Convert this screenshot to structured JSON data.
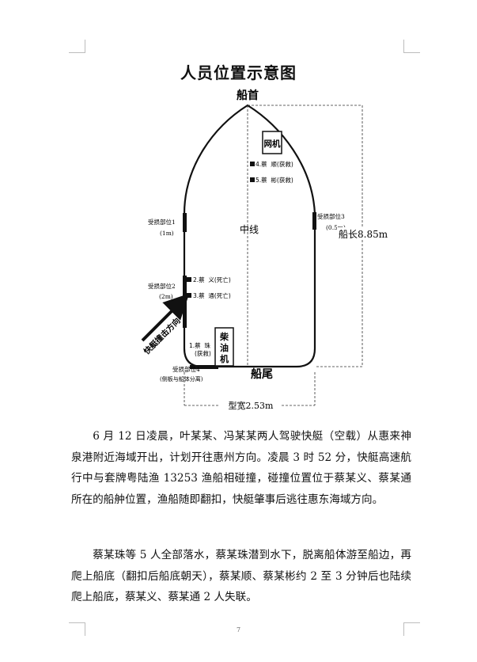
{
  "title": "人员位置示意图",
  "diagram": {
    "bow": "船首",
    "stern": "船尾",
    "centerline": "中线",
    "length": "船长8.85m",
    "width": "型宽2.53m",
    "net_machine": "网机",
    "diesel": [
      "柴",
      "油",
      "机"
    ],
    "crew": [
      {
        "label": "4.蔡  顺(获救)"
      },
      {
        "label": "5.蔡  彬(获救)"
      },
      {
        "label": "2.蔡  义(死亡)"
      },
      {
        "label": "3.蔡  通(死亡)"
      },
      {
        "label": "1.蔡  珠"
      },
      {
        "label": "(获救)"
      }
    ],
    "damage": [
      {
        "name": "受损部位1",
        "size": "(1m)"
      },
      {
        "name": "受损部位2",
        "size": "(2m)"
      },
      {
        "name": "受损部位3",
        "size": "(0.5m)"
      },
      {
        "name": "受损部位4",
        "size": "(侧板与船体分离)"
      }
    ],
    "impact": "快艇撞击方向",
    "colors": {
      "line": "#111111",
      "dash": "#333333",
      "arrow": "#111111"
    }
  },
  "paragraphs": [
    "6 月 12 日凌晨，叶某某、冯某某两人驾驶快艇（空载）从惠来神泉港附近海域开出，计划开往惠州方向。凌晨 3 时 52 分，快艇高速航行中与套牌粤陆渔 13253 渔船相碰撞，碰撞位置位于蔡某义、蔡某通所在的船舯位置，渔船随即翻扣，快艇肇事后逃往惠东海域方向。",
    "蔡某珠等 5 人全部落水，蔡某珠潜到水下，脱离船体游至船边，再爬上船底（翻扣后船底朝天），蔡某顺、蔡某彬约 2 至 3 分钟后也陆续爬上船底，蔡某义、蔡某通 2 人失联。"
  ],
  "page_number": "7"
}
